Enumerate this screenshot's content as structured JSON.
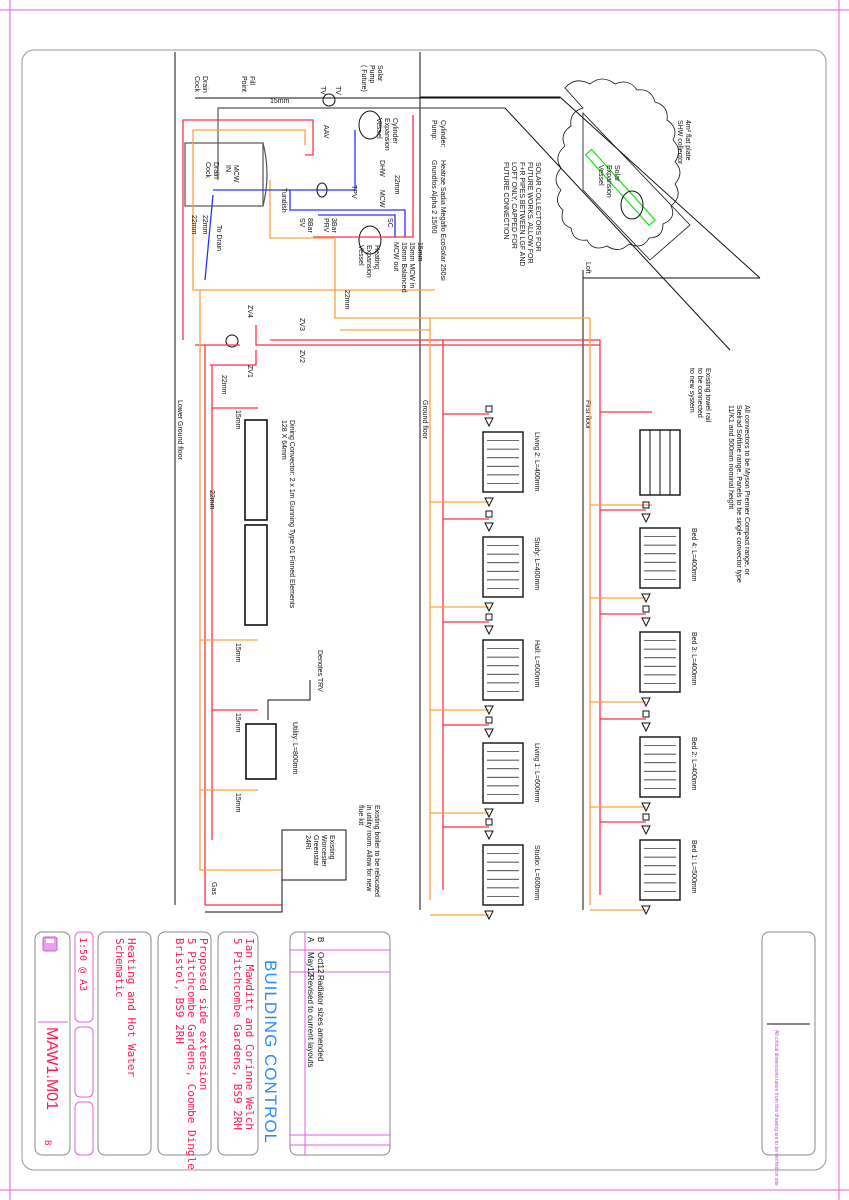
{
  "colors": {
    "flow": "#ff3040",
    "return": "#ffa040",
    "cold_water": "#2a30ff",
    "title_red": "#ff1a55",
    "building_control_blue": "#2a8cff",
    "border_magenta": "#e060e0",
    "solar_collector": "#20e020"
  },
  "title_block": {
    "drawing_number": "MAW1.M01",
    "revision": "B",
    "file_icon": "floppy-disk-icon",
    "scale": "1:50 @ A3",
    "drawing_title": [
      "Heating and Hot Water",
      "Schematic"
    ],
    "project": [
      "Proposed side extension",
      "5 Pitchcombe Gardens, Coombe Dingle",
      "Bristol, BS9 2RH"
    ],
    "client": [
      "Ian Mawditt and Corinne Welch",
      "5 Pitchcombe Gardens, BS9 2RH"
    ],
    "status": "BUILDING CONTROL",
    "revisions": [
      {
        "rev": "B",
        "date": "Oct12",
        "description": "Radiator sizes amended"
      },
      {
        "rev": "A",
        "date": "May12",
        "description": "Revised to current layouts"
      }
    ],
    "note": "All critical dimensions taken from this drawing are to be verified on site"
  },
  "floors": {
    "lower_ground": "Lower Ground floor",
    "ground": "Ground floor",
    "first": "First floor",
    "loft": "Loft"
  },
  "plant": {
    "cylinder_spec": [
      "Cylinder:",
      "Pump:"
    ],
    "cylinder_values": [
      "Heatrae Sadia Megaflo EcoSolar 250si",
      "Grundfos Alpha 2 15/60"
    ],
    "solar_pump": [
      "Solar",
      "Pump",
      "( Future)"
    ],
    "fill_point": [
      "Fill",
      "Point"
    ],
    "drain_cock": [
      "Drain",
      "Cock"
    ],
    "drain_cock_2": [
      "Drain",
      "Cock"
    ],
    "mcw_in": [
      "MCW",
      "IN"
    ],
    "to_drain": "To Drain",
    "tundish": "Tundish",
    "aav": "AAV",
    "tpv": "TPV",
    "dhw": "DHW",
    "mcw": "MCW",
    "sv": [
      "8Bar",
      "SV"
    ],
    "prv": [
      "3Bar",
      "PRV"
    ],
    "sc": "SC",
    "cyl_exp": [
      "Cylinder",
      "Expansion",
      "Vessel"
    ],
    "heat_exp": [
      "Heating",
      "Expansion",
      "Vessel"
    ],
    "pipe_notes": [
      "15mm",
      "15mm MCW in",
      "15mm Balanced",
      "MCW out"
    ],
    "size_15": "15mm",
    "size_22": "22mm",
    "zv": [
      "ZV1",
      "ZV2",
      "ZV3",
      "ZV4"
    ],
    "tv": "TV",
    "boiler": [
      "Existing",
      "Worcester",
      "Greenstar",
      "24Ri"
    ],
    "boiler_note": [
      "Existing boiler to be relocated",
      "in utility room. Allow for new",
      "flue kit"
    ],
    "gas": "Gas",
    "trv_note": "Denotes TRV"
  },
  "solar": {
    "collector": [
      "4m² flat plate",
      "SHW collector"
    ],
    "exp_vessel": [
      "Solar",
      "Expansion",
      "Vessel"
    ],
    "future_note": [
      "SOLAR COLLECTORS FOR",
      "FUTURE WORKS. ALLOW FOR",
      "F+R PIPES BETWEEN LGF AND",
      "LOFT ONLY, CAPPED FOR",
      "FUTURE CONNECTION"
    ]
  },
  "radiator_note": [
    "All convectors to be Myson Premier Compact range, or",
    "Stelrad Softline range. Panels to be single convector type",
    "11/K1 and 500mm nominal height"
  ],
  "towel_rail": [
    "Existing towel rail",
    "to be connected",
    "to new system"
  ],
  "first_floor_radiators": [
    "Bed 4: L=400mm",
    "Bed 3: L=400mm",
    "Bed 2: L=400mm",
    "Bed 1: L=500mm"
  ],
  "ground_floor_radiators": [
    "Living 2: L=400mm",
    "Study: L=400mm",
    "Hall: L=600mm",
    "Living 1: L=600mm",
    "Studio: L=600mm"
  ],
  "lower_ground": {
    "dining": [
      "Dining Convector: 2 x 1m Gunning Type 01 Finned Elements",
      "128 X 64mm"
    ],
    "utility": "Utility: L=800mm"
  }
}
